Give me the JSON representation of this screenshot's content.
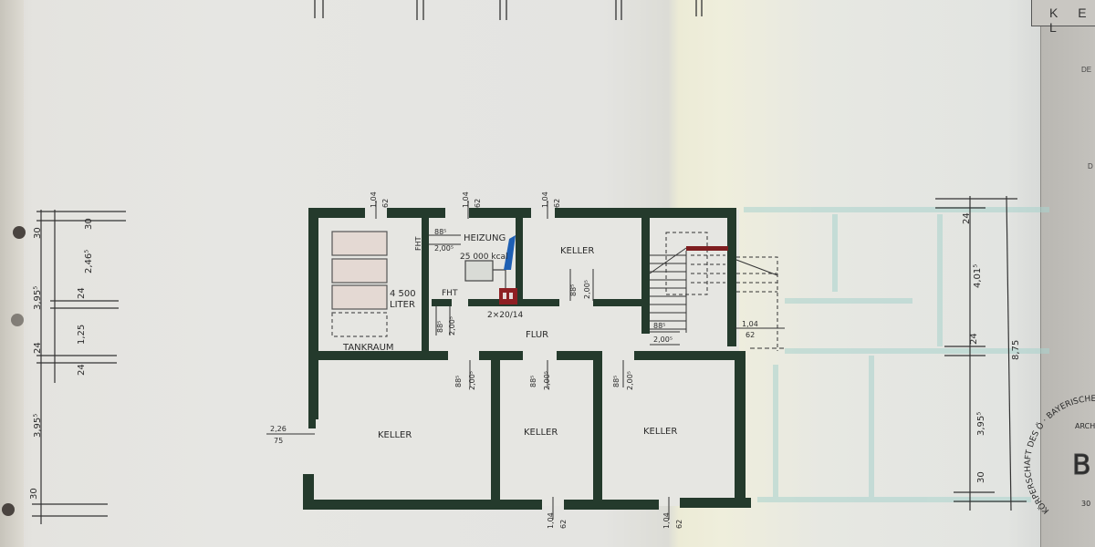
{
  "document": {
    "title_fragment": "K E L",
    "side_text_1": "DE",
    "side_text_2": "D"
  },
  "floor_plan": {
    "rooms": [
      {
        "id": "tankraum",
        "label": "TANKRAUM"
      },
      {
        "id": "heizung",
        "label": "HEIZUNG"
      },
      {
        "id": "keller_top",
        "label": "KELLER"
      },
      {
        "id": "flur",
        "label": "FLUR"
      },
      {
        "id": "keller_bl",
        "label": "KELLER"
      },
      {
        "id": "keller_bm",
        "label": "KELLER"
      },
      {
        "id": "keller_br",
        "label": "KELLER"
      }
    ],
    "tank_capacity": "4 500",
    "tank_unit": "LITER",
    "boiler_output": "25 000 kcal",
    "chimney": "2×20/14",
    "fht_1": "FHT",
    "fht_2": "FHT",
    "window_top": {
      "width": "1,04",
      "height": "62"
    },
    "window_left": {
      "width": "2,26",
      "height": "75"
    },
    "window_right": {
      "width": "1,04",
      "height": "62"
    },
    "door": {
      "width": "88⁵",
      "height": "2,00⁵"
    }
  },
  "dimensions_left": {
    "outer": [
      "30",
      "3,95⁵",
      "24",
      "3,95⁵",
      "30"
    ],
    "inner": [
      "30",
      "2,46⁵",
      "24",
      "1,25",
      "24"
    ]
  },
  "dimensions_right": {
    "inner": [
      "24",
      "4,01⁵",
      "24",
      "3,95⁵",
      "30"
    ],
    "total": "8,75"
  },
  "stamp": {
    "ring_text": "KÖRPERSCHAFT DES Ö · BAYERISCHE ARCH",
    "inner_top": "ARCH",
    "inner_letters": "B A",
    "inner_bottom": "30"
  }
}
